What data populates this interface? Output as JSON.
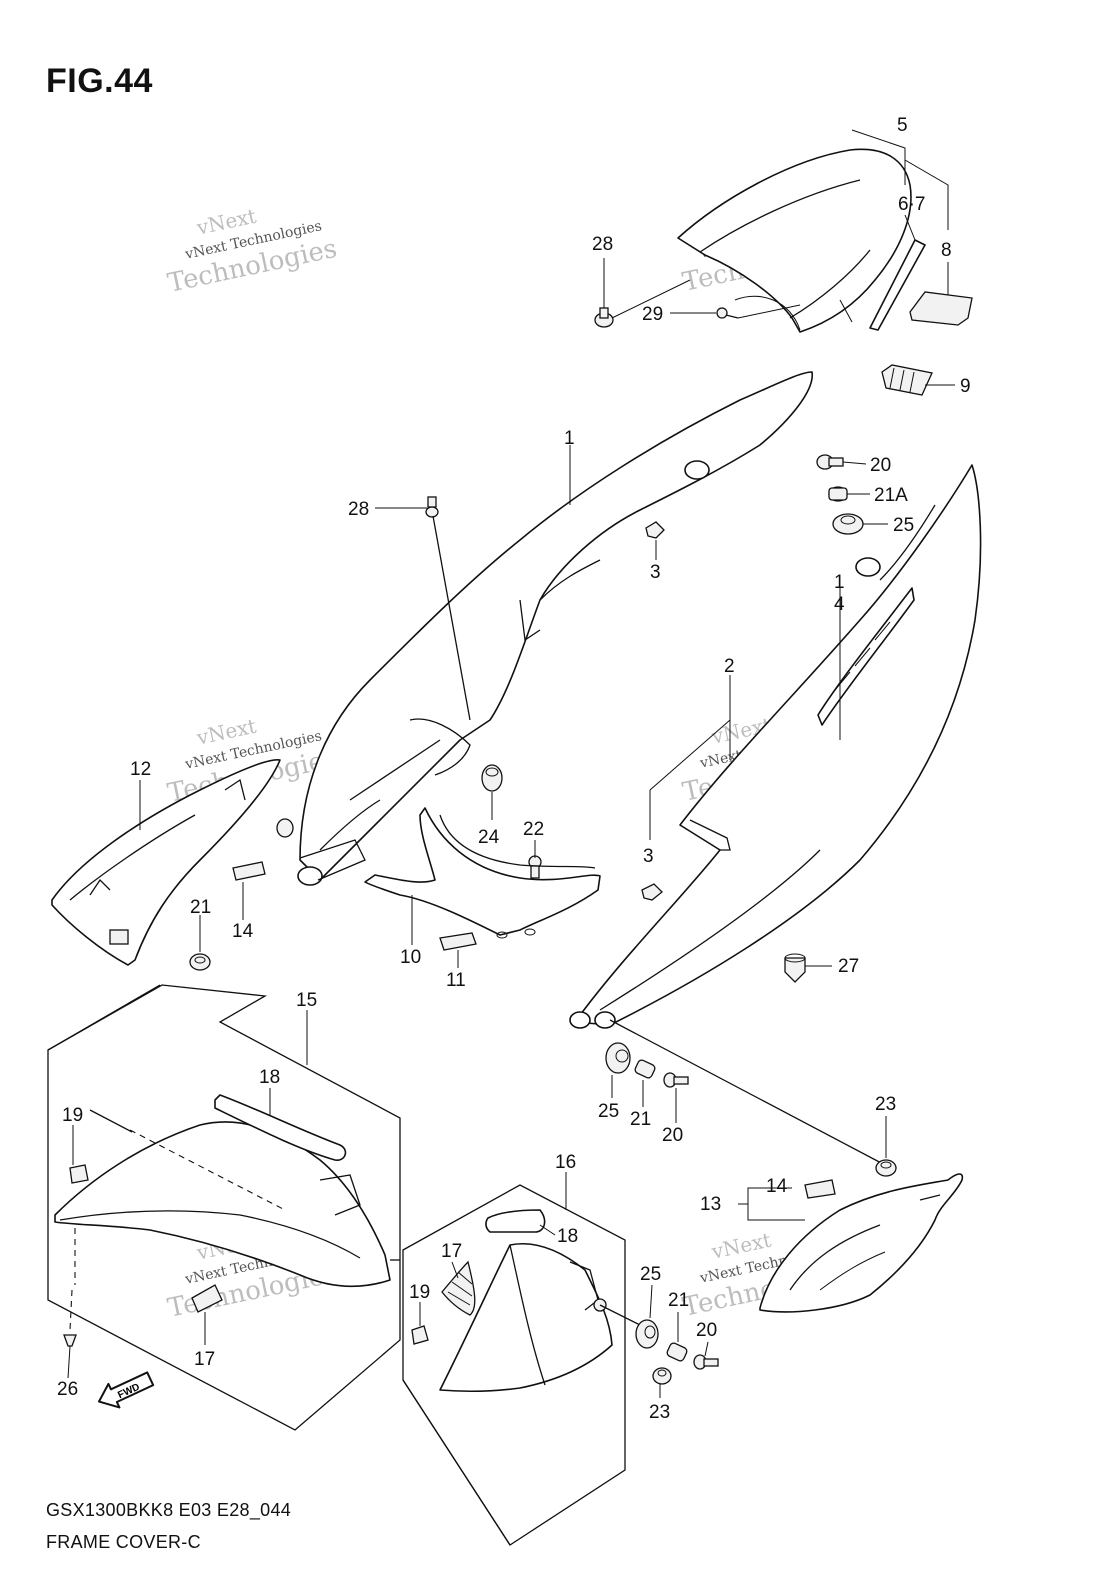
{
  "figure": {
    "title": "FIG.44",
    "model_code": "GSX1300BKK8 E03 E28_044",
    "section_name": "FRAME COVER-C",
    "fwd_label": "FWD"
  },
  "watermark": {
    "line1": "vNext",
    "line2": "vNext Technologies",
    "line3": "Technologies",
    "color": "#bdbdbd"
  },
  "callouts": {
    "c1": "1",
    "c1b": "1",
    "c2": "2",
    "c3a": "3",
    "c3b": "3",
    "c4": "4",
    "c5": "5",
    "c67": "6·7",
    "c8": "8",
    "c9": "9",
    "c10": "10",
    "c11": "11",
    "c12": "12",
    "c13": "13",
    "c14a": "14",
    "c14b": "14",
    "c15": "15",
    "c16": "16",
    "c17a": "17",
    "c17b": "17",
    "c18a": "18",
    "c18b": "18",
    "c19a": "19",
    "c19b": "19",
    "c20a": "20",
    "c20b": "20",
    "c20c": "20",
    "c21a": "21",
    "c21b": "21",
    "c21c": "21",
    "c21A": "21A",
    "c22": "22",
    "c23a": "23",
    "c23b": "23",
    "c24": "24",
    "c25a": "25",
    "c25b": "25",
    "c25c": "25",
    "c26": "26",
    "c27": "27",
    "c28a": "28",
    "c28b": "28",
    "c29": "29"
  }
}
